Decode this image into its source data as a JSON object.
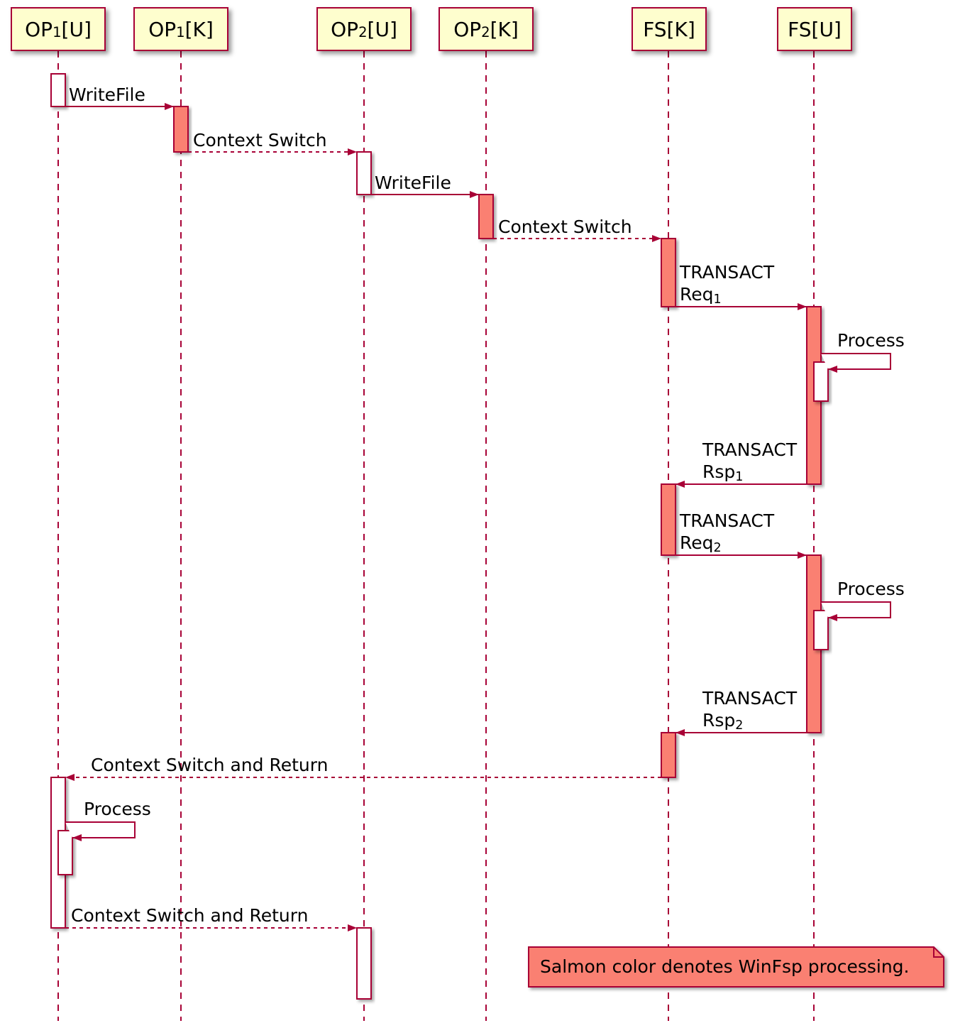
{
  "colors": {
    "accent": "#A80036",
    "participant_fill": "#FEFECE",
    "winfsp_processing_fill": "#FA8072",
    "background": "#FFFFFF"
  },
  "participants": [
    {
      "pre": "OP",
      "sub": "1",
      "post": "[U]"
    },
    {
      "pre": "OP",
      "sub": "1",
      "post": "[K]"
    },
    {
      "pre": "OP",
      "sub": "2",
      "post": "[U]"
    },
    {
      "pre": "OP",
      "sub": "2",
      "post": "[K]"
    },
    {
      "pre": "FS",
      "sub": "",
      "post": "[K]"
    },
    {
      "pre": "FS",
      "sub": "",
      "post": "[U]"
    }
  ],
  "messages": {
    "write_file_1": "WriteFile",
    "context_switch_1": "Context Switch",
    "write_file_2": "WriteFile",
    "context_switch_2": "Context Switch",
    "transact_req_1": {
      "line1": "TRANSACT",
      "line2": "Req",
      "sub": "1"
    },
    "process_1": "Process",
    "transact_rsp_1": {
      "line1": "TRANSACT",
      "line2": "Rsp",
      "sub": "1"
    },
    "transact_req_2": {
      "line1": "TRANSACT",
      "line2": "Req",
      "sub": "2"
    },
    "process_2": "Process",
    "transact_rsp_2": {
      "line1": "TRANSACT",
      "line2": "Rsp",
      "sub": "2"
    },
    "context_switch_return_1": "Context Switch and Return",
    "process_3": "Process",
    "context_switch_return_2": "Context Switch and Return"
  },
  "note": {
    "text": "Salmon color denotes WinFsp processing."
  }
}
